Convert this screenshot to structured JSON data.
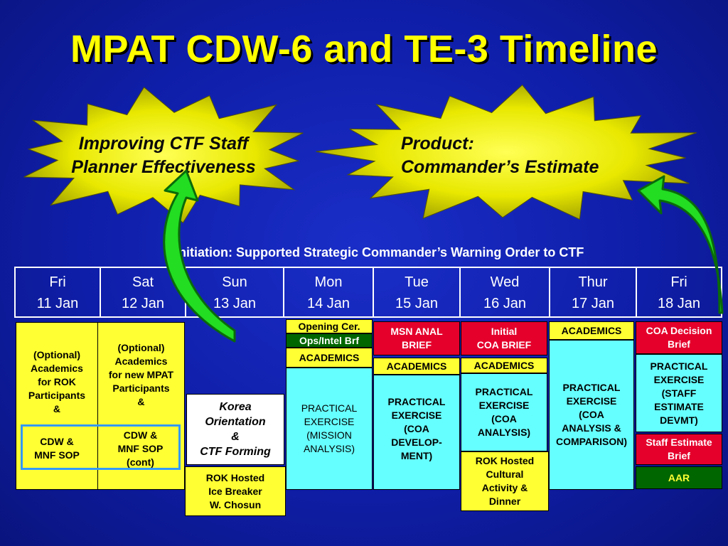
{
  "title": "MPAT CDW-6 and TE-3 Timeline",
  "bursts": {
    "left_text": "Improving CTF Staff\nPlanner Effectiveness",
    "right_text": "Product:\nCommander’s Estimate"
  },
  "initiation": "Initiation: Supported Strategic Commander’s Warning Order to CTF",
  "days": [
    {
      "name": "Fri",
      "date": "11 Jan"
    },
    {
      "name": "Sat",
      "date": "12 Jan"
    },
    {
      "name": "Sun",
      "date": "13 Jan"
    },
    {
      "name": "Mon",
      "date": "14 Jan"
    },
    {
      "name": "Tue",
      "date": "15 Jan"
    },
    {
      "name": "Wed",
      "date": "16 Jan"
    },
    {
      "name": "Thur",
      "date": "17 Jan"
    },
    {
      "name": "Fri",
      "date": "18 Jan"
    }
  ],
  "events": {
    "fri11_academics": "(Optional)\nAcademics\nfor ROK\nParticipants\n&",
    "fri11_cdw": "CDW &\nMNF SOP",
    "sat12_academics": "(Optional)\nAcademics\nfor new MPAT\nParticipants\n&",
    "sat12_cdw": "CDW &\nMNF SOP\n(cont)",
    "sun13_korea": "Korea\nOrientation\n&\nCTF Forming",
    "sun13_icebreaker": "ROK Hosted\nIce Breaker\nW. Chosun",
    "mon14_opening": "Opening Cer.",
    "mon14_opsintel": "Ops/Intel Brf",
    "mon14_academics": "ACADEMICS",
    "mon14_exercise": "PRACTICAL\nEXERCISE\n(MISSION\nANALYSIS)",
    "tue15_msn": "MSN ANAL\nBRIEF",
    "tue15_academics": "ACADEMICS",
    "tue15_exercise": "PRACTICAL\nEXERCISE\n(COA\nDEVELOP-\nMENT)",
    "wed16_initial": "Initial\nCOA BRIEF",
    "wed16_academics": "ACADEMICS",
    "wed16_exercise": "PRACTICAL\nEXERCISE\n(COA\nANALYSIS)",
    "wed16_cultural": "ROK Hosted\nCultural\nActivity &\nDinner",
    "thu17_academics": "ACADEMICS",
    "thu17_exercise": "PRACTICAL\nEXERCISE\n(COA\nANALYSIS &\nCOMPARISON)",
    "fri18_coa": "COA Decision\nBrief",
    "fri18_exercise": "PRACTICAL\nEXERCISE\n(STAFF\nESTIMATE\nDEVMT)",
    "fri18_staff": "Staff Estimate\nBrief",
    "fri18_aar": "AAR"
  },
  "colors": {
    "background": "#1420b0",
    "title": "#ffff00",
    "yellow_box": "#ffff33",
    "cyan_box": "#66ffff",
    "red_box": "#e4002b",
    "green_box": "#006600",
    "arrow": "#22dd22"
  }
}
